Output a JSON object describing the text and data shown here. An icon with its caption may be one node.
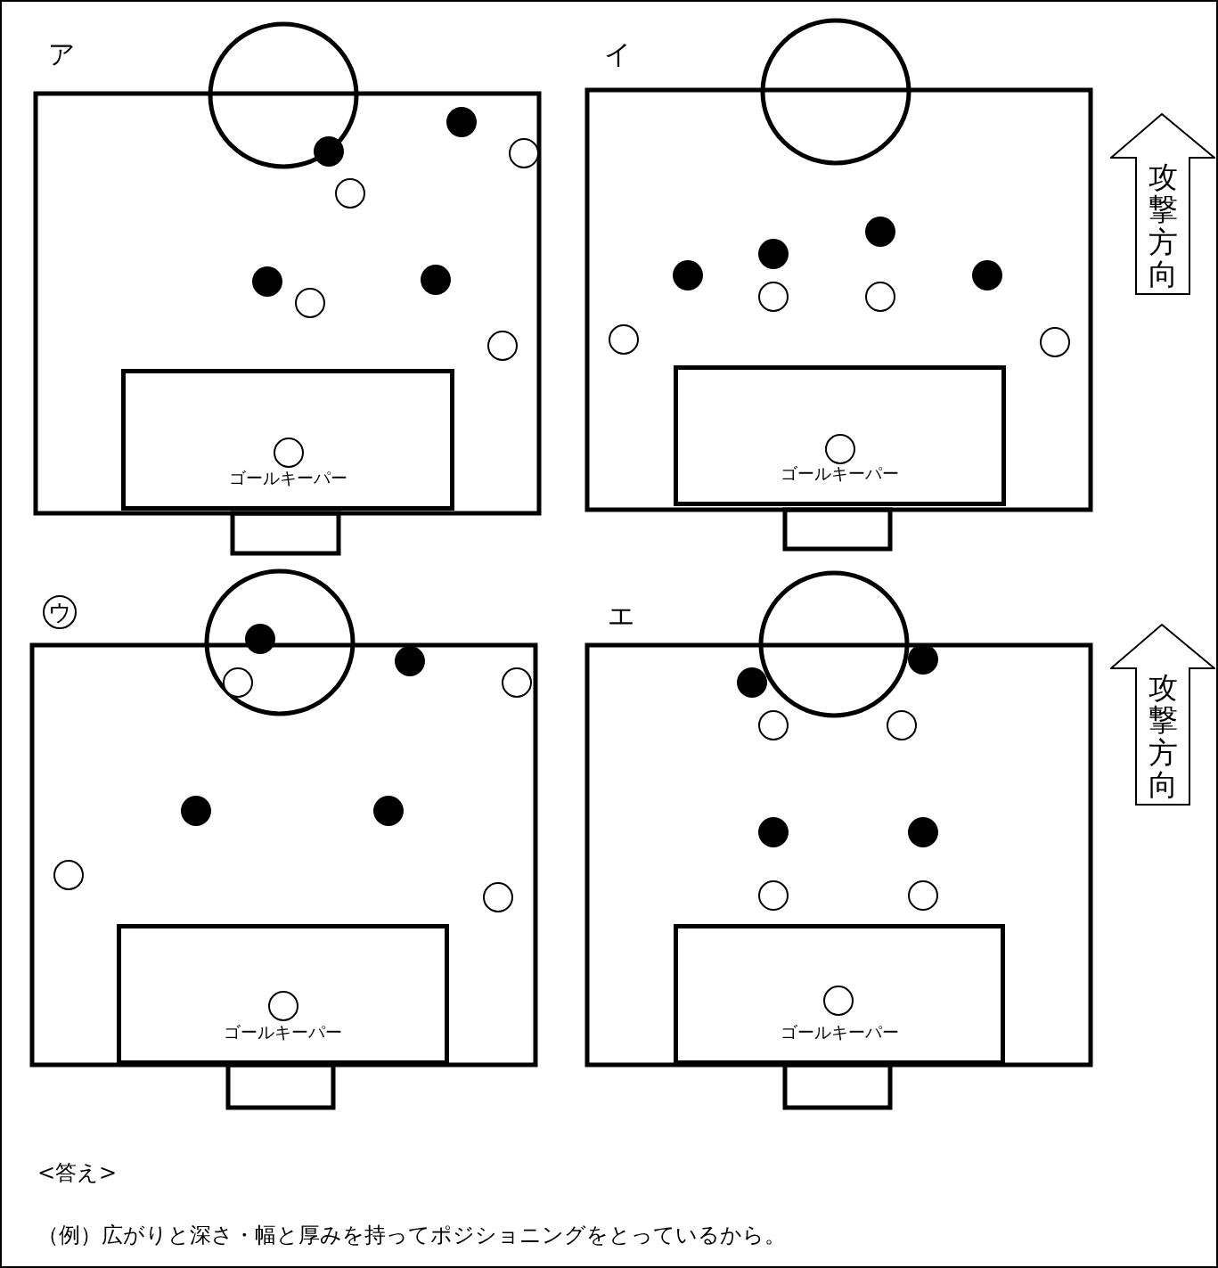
{
  "diagram": {
    "nodes": [
      {
        "text": [
          "ゴールキーパー"
        ]
      },
      {
        "text": [
          "ゴールキーパー"
        ]
      },
      {
        "text": [
          "攻撃方向"
        ]
      },
      {
        "text": [
          "ゴールキーパー"
        ]
      },
      {
        "text": [
          "ゴールキーパー"
        ]
      },
      {
        "text": [
          "攻撃方向"
        ]
      }
    ],
    "labels": [
      "ア",
      "イ",
      "ウ",
      "エ",
      "<答え>",
      "（例）広がりと深さ・幅と厚みを持ってポジショニングをとっているから。"
    ]
  }
}
